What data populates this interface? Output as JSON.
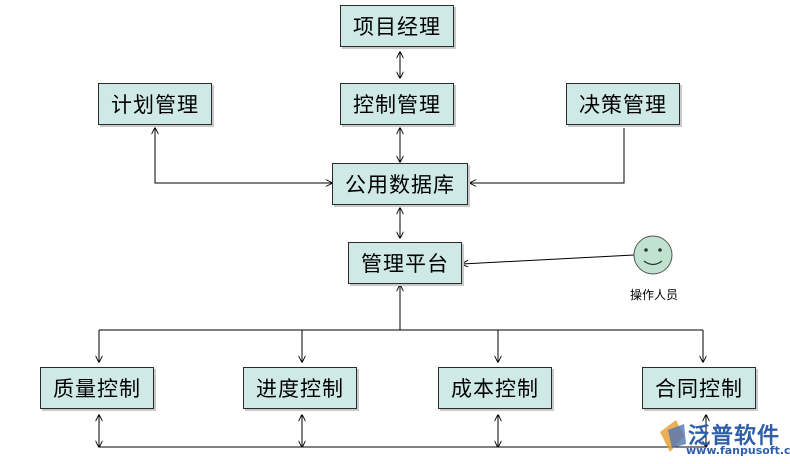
{
  "nodes": {
    "project_manager": "项目经理",
    "plan_mgmt": "计划管理",
    "control_mgmt": "控制管理",
    "decision_mgmt": "决策管理",
    "public_database": "公用数据库",
    "mgmt_platform": "管理平台",
    "quality_control": "质量控制",
    "progress_control": "进度控制",
    "cost_control": "成本控制",
    "contract_control": "合同控制"
  },
  "operator": {
    "label": "操作人员",
    "icon": "smiley-face-icon"
  },
  "watermark": {
    "brand": "泛普软件",
    "url": "www.fanpusoft.com"
  },
  "colors": {
    "box_fill": "#cfe9e6",
    "box_border": "#2b2b2b",
    "face_fill": "#bfe3cf",
    "brand": "#2f5fa8"
  }
}
